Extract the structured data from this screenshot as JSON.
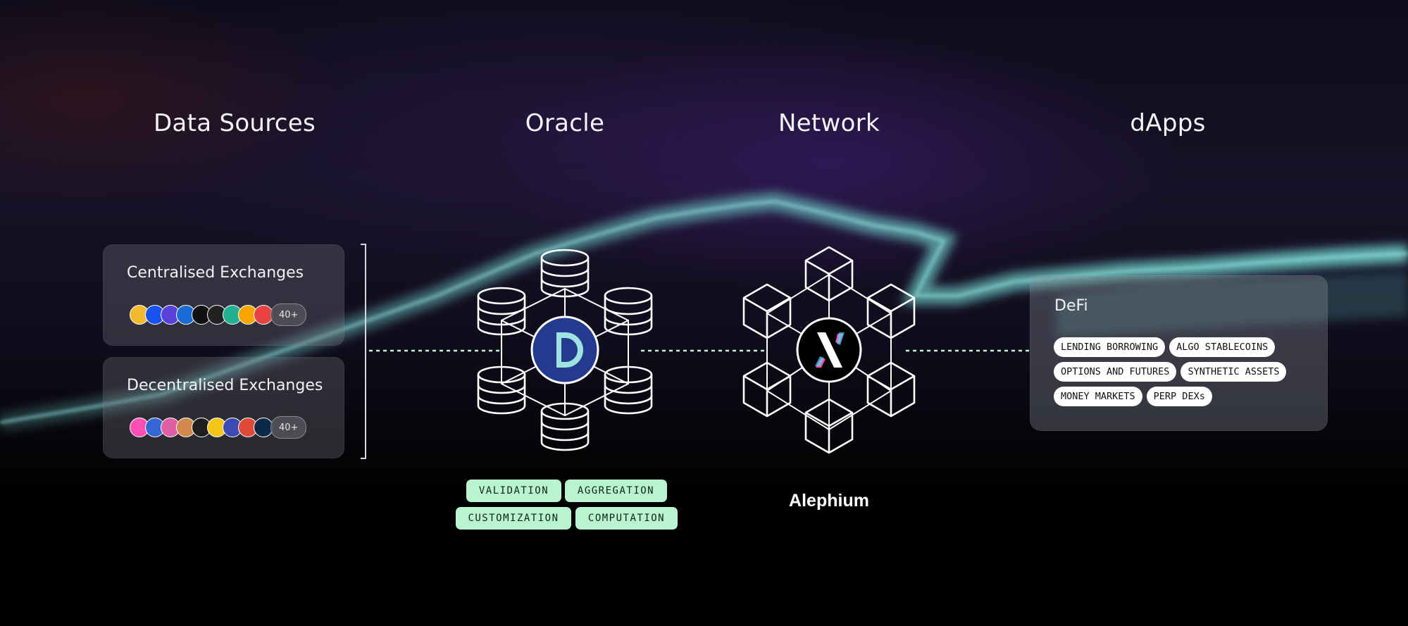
{
  "headings": {
    "data_sources": "Data Sources",
    "oracle": "Oracle",
    "network": "Network",
    "dapps": "dApps"
  },
  "sources": {
    "centralised": {
      "title": "Centralised Exchanges",
      "more": "40+",
      "logos": [
        {
          "icon": "binance-icon",
          "color": "#f3ba2f"
        },
        {
          "icon": "coinbase-icon",
          "color": "#1652f0"
        },
        {
          "icon": "kraken-icon",
          "color": "#5741d9"
        },
        {
          "icon": "huobi-icon",
          "color": "#1a6bd6"
        },
        {
          "icon": "okx-icon",
          "color": "#111111"
        },
        {
          "icon": "bybit-icon",
          "color": "#222222"
        },
        {
          "icon": "kucoin-icon",
          "color": "#23af91"
        },
        {
          "icon": "gate-icon",
          "color": "#f7a600"
        },
        {
          "icon": "mexc-icon",
          "color": "#e84142"
        }
      ]
    },
    "decentralised": {
      "title": "Decentralised Exchanges",
      "more": "40+",
      "logos": [
        {
          "icon": "uniswap-icon",
          "color": "#ff4fb3"
        },
        {
          "icon": "curve-icon",
          "color": "#3466d6"
        },
        {
          "icon": "sushiswap-icon",
          "color": "#e05fa4"
        },
        {
          "icon": "pancakeswap-icon",
          "color": "#d1884f"
        },
        {
          "icon": "balancer-icon",
          "color": "#1e1e1e"
        },
        {
          "icon": "dodo-icon",
          "color": "#f5c518"
        },
        {
          "icon": "quickswap-icon",
          "color": "#3a4bb6"
        },
        {
          "icon": "trader-joe-icon",
          "color": "#e04a3a"
        },
        {
          "icon": "bancor-icon",
          "color": "#0b2a4a"
        }
      ]
    }
  },
  "oracle": {
    "tags": [
      "VALIDATION",
      "AGGREGATION",
      "CUSTOMIZATION",
      "COMPUTATION"
    ]
  },
  "network": {
    "name": "Alephium"
  },
  "dapps": {
    "title": "DeFi",
    "rows": [
      [
        "LENDING BORROWING",
        "ALGO STABLECOINS"
      ],
      [
        "OPTIONS AND FUTURES",
        "SYNTHETIC ASSETS"
      ],
      [
        "MONEY MARKETS",
        "PERP DEXs"
      ]
    ]
  },
  "colors": {
    "tag_bg": "#b9f3cf",
    "connector": "#bdf5d1",
    "oracle_logo": "#243a8f",
    "glow": "#6cc7c4"
  }
}
